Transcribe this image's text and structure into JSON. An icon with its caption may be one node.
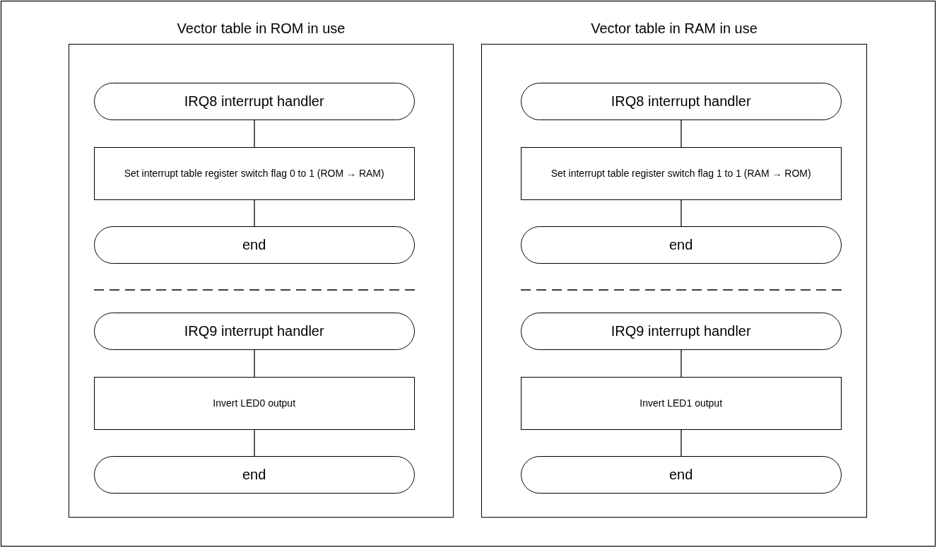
{
  "diagram": {
    "nodes": [
      {
        "text": [
          "Vector table in ROM in use"
        ]
      },
      {
        "text": [
          "IRQ8 interrupt handler"
        ],
        "in": 0
      },
      {
        "text": [
          "Set interrupt table register switch flag 0 to 1 (ROM → RAM)"
        ],
        "in": 0
      },
      {
        "text": [
          "end"
        ],
        "in": 0
      },
      {
        "text": [
          "IRQ9 interrupt handler"
        ],
        "in": 0
      },
      {
        "text": [
          "Invert LED0 output"
        ],
        "in": 0
      },
      {
        "text": [
          "end"
        ],
        "in": 0
      },
      {
        "text": [
          "Vector table in RAM in use"
        ]
      },
      {
        "text": [
          "IRQ8 interrupt handler"
        ],
        "in": 7
      },
      {
        "text": [
          "Set interrupt table register switch flag 1 to 1 (RAM → ROM)"
        ],
        "in": 7
      },
      {
        "text": [
          "end"
        ],
        "in": 7
      },
      {
        "text": [
          "IRQ9 interrupt handler"
        ],
        "in": 7
      },
      {
        "text": [
          "Invert LED1 output"
        ],
        "in": 7
      },
      {
        "text": [
          "end"
        ],
        "in": 7
      }
    ],
    "edges": [
      {
        "from": 1,
        "to": 2,
        "arrow": "none"
      },
      {
        "from": 2,
        "to": 3,
        "arrow": "none"
      },
      {
        "from": 4,
        "to": 5,
        "arrow": "none"
      },
      {
        "from": 5,
        "to": 6,
        "arrow": "none"
      },
      {
        "from": 8,
        "to": 9,
        "arrow": "none"
      },
      {
        "from": 9,
        "to": 10,
        "arrow": "none"
      },
      {
        "from": 11,
        "to": 12,
        "arrow": "none"
      },
      {
        "from": 12,
        "to": 13,
        "arrow": "none"
      }
    ]
  }
}
